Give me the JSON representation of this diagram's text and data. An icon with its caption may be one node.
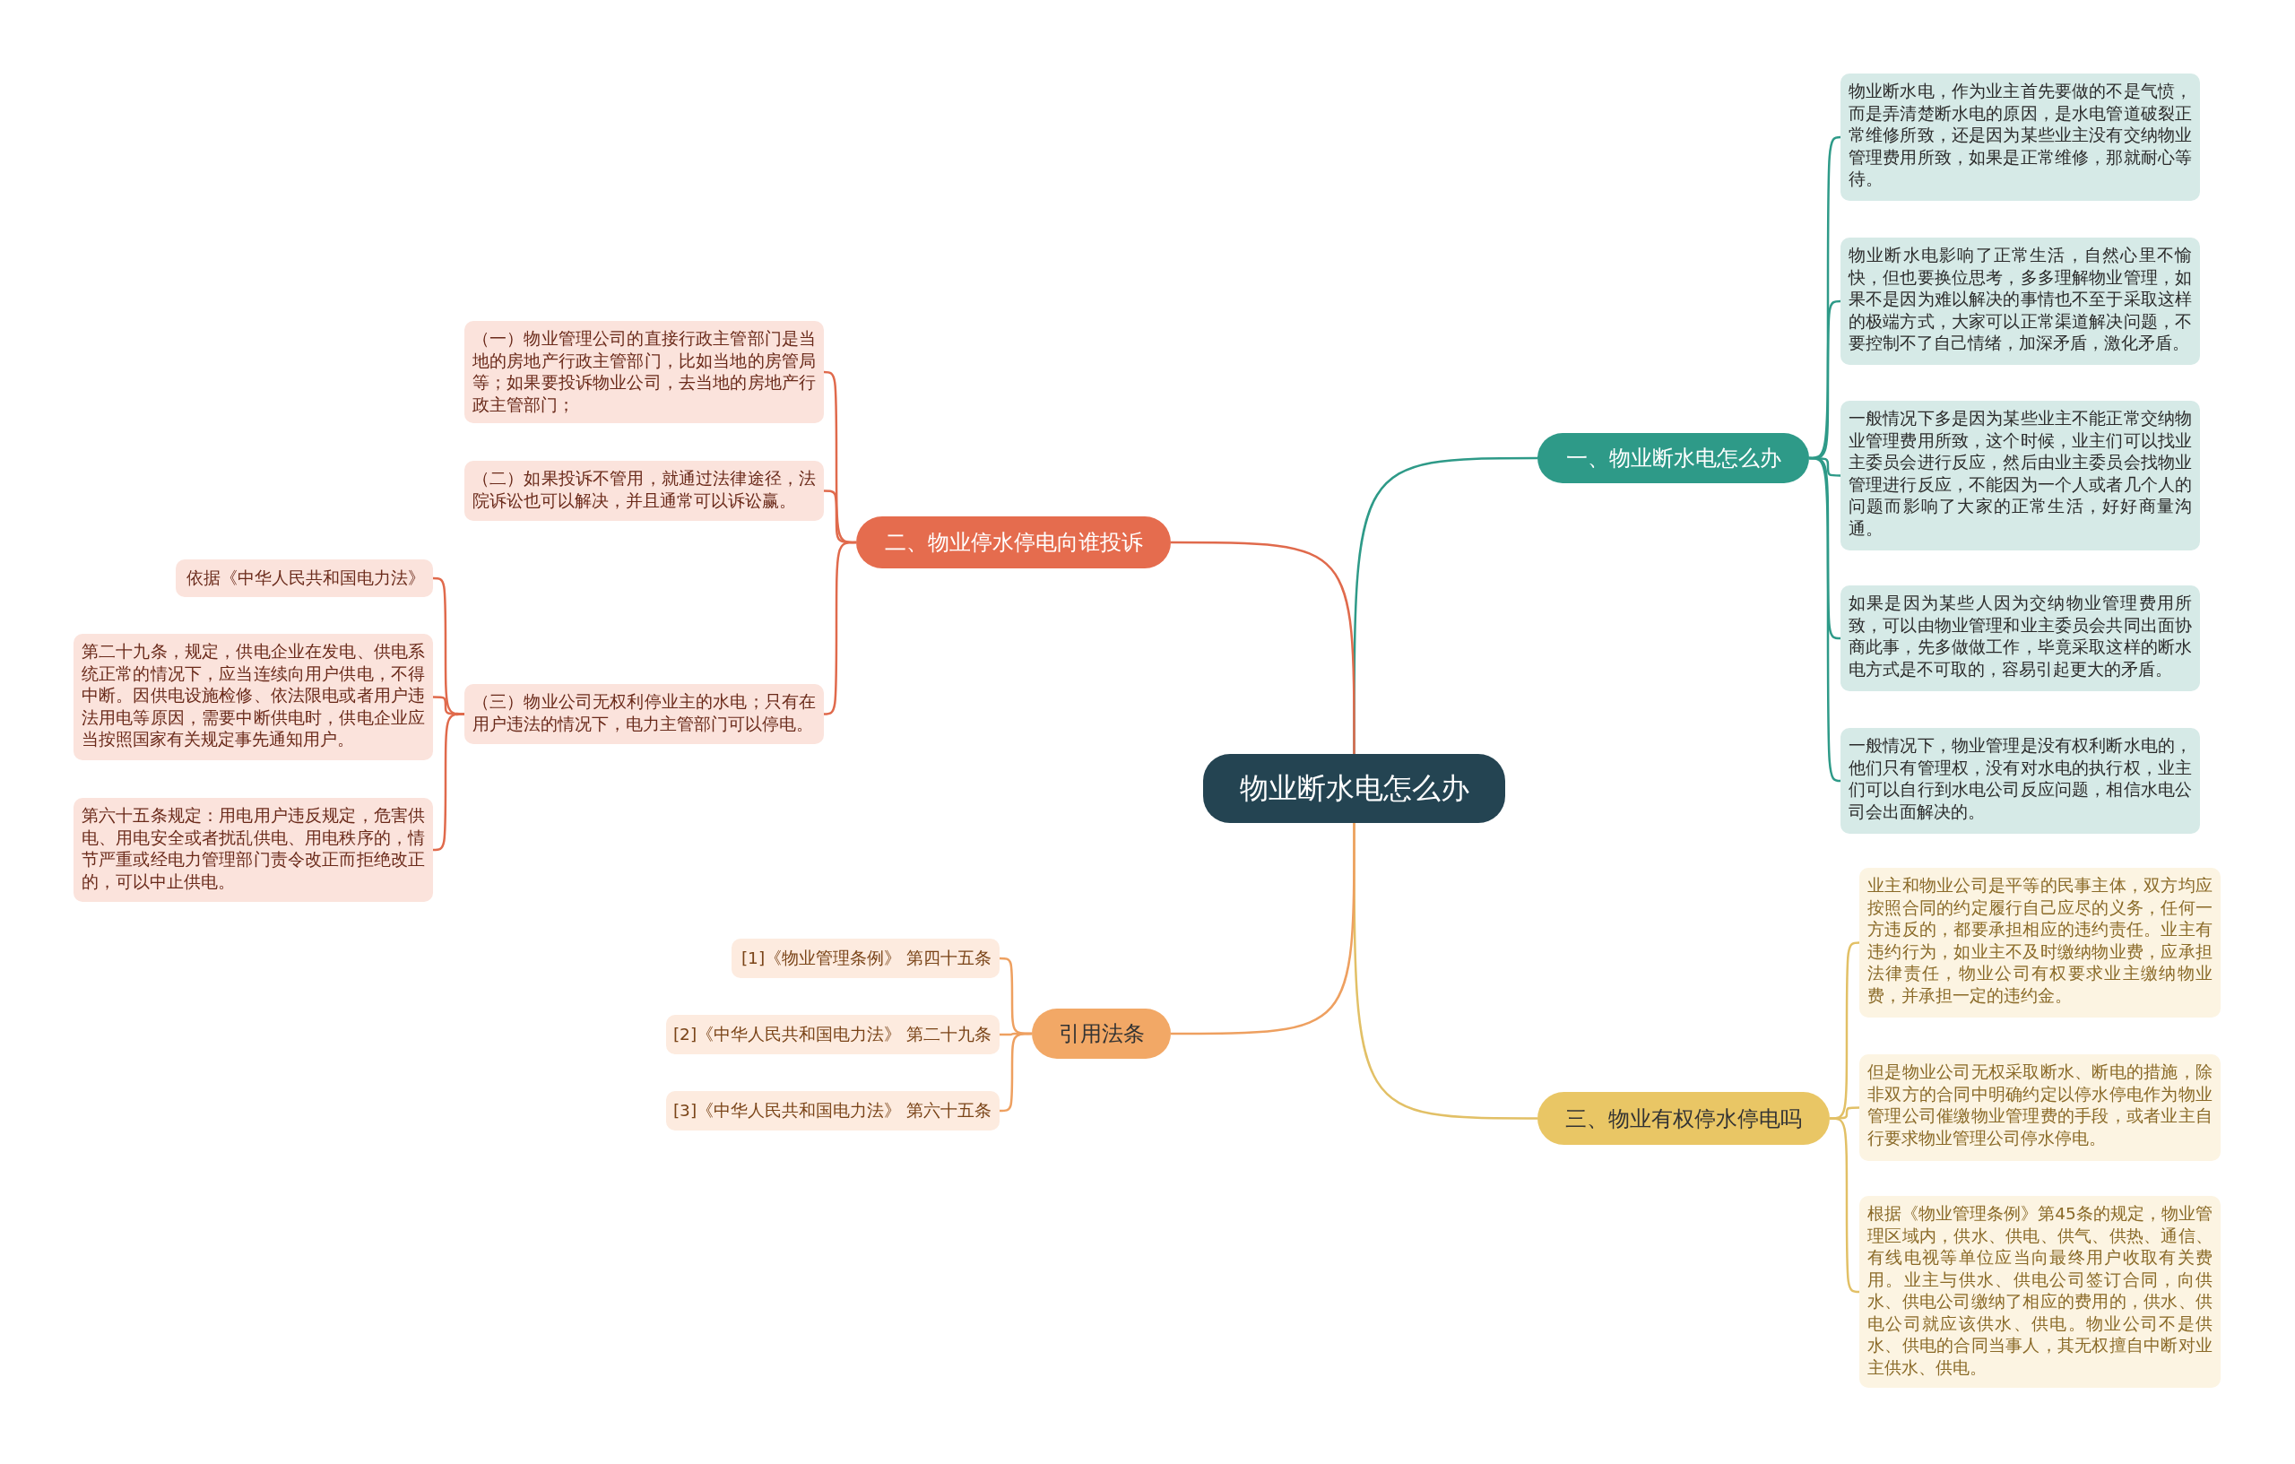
{
  "diagram": {
    "nodes": [
      {
        "text": [
          "物业断水电怎么办"
        ]
      },
      {
        "text": [
          "一、物业断水电怎么办"
        ]
      },
      {
        "text": [
          "物业断水电，作为业主首先要做的不是气愤，而是弄清楚断水电的原因，是水电管道破裂正常维修所致，还是因为某些业主没有交纳物业管理费用所致，如果是正常维修，那就耐心等待。"
        ]
      },
      {
        "text": [
          "物业断水电影响了正常生活，自然心里不愉快，但也要换位思考，多多理解物业管理，如果不是因为难以解决的事情也不至于采取这样的极端方式，大家可以正常渠道解决问题，不要控制不了自己情绪，加深矛盾，激化矛盾。"
        ]
      },
      {
        "text": [
          "一般情况下多是因为某些业主不能正常交纳物业管理费用所致，这个时候，业主们可以找业主委员会进行反应，然后由业主委员会找物业管理进行反应，不能因为一个人或者几个人的问题而影响了大家的正常生活，好好商量沟通。"
        ]
      },
      {
        "text": [
          "如果是因为某些人因为交纳物业管理费用所致，可以由物业管理和业主委员会共同出面协商此事，先多做做工作，毕竟采取这样的断水电方式是不可取的，容易引起更大的矛盾。"
        ]
      },
      {
        "text": [
          "一般情况下，物业管理是没有权利断水电的，他们只有管理权，没有对水电的执行权，业主们可以自行到水电公司反应问题，相信水电公司会出面解决的。"
        ]
      },
      {
        "text": [
          "二、物业停水停电向谁投诉"
        ]
      },
      {
        "text": [
          "（一）物业管理公司的直接行政主管部门是当地的房地产行政主管部门，比如当地的房管局等；如果要投诉物业公司，去当地的房地产行政主管部门；"
        ]
      },
      {
        "text": [
          "（二）如果投诉不管用，就通过法律途径，法院诉讼也可以解决，并且通常可以诉讼赢。"
        ]
      },
      {
        "text": [
          "（三）物业公司无权利停业主的水电；只有在用户违法的情况下，电力主管部门可以停电。"
        ]
      },
      {
        "text": [
          "依据《中华人民共和国电力法》"
        ]
      },
      {
        "text": [
          "第二十九条，规定，供电企业在发电、供电系统正常的情况下，应当连续向用户供电，不得中断。因供电设施检修、依法限电或者用户违法用电等原因，需要中断供电时，供电企业应当按照国家有关规定事先通知用户。"
        ]
      },
      {
        "text": [
          "第六十五条规定：用电用户违反规定，危害供电、用电安全或者扰乱供电、用电秩序的，情节严重或经电力管理部门责令改正而拒绝改正的，可以中止供电。"
        ]
      },
      {
        "text": [
          "三、物业有权停水停电吗"
        ]
      },
      {
        "text": [
          "业主和物业公司是平等的民事主体，双方均应按照合同的约定履行自己应尽的义务，任何一方违反的，都要承担相应的违约责任。业主有违约行为，如业主不及时缴纳物业费，应承担法律责任，物业公司有权要求业主缴纳物业费，并承担一定的违约金。"
        ]
      },
      {
        "text": [
          "但是物业公司无权采取断水、断电的措施，除非双方的合同中明确约定以停水停电作为物业管理公司催缴物业管理费的手段，或者业主自行要求物业管理公司停水停电。"
        ]
      },
      {
        "text": [
          "根据《物业管理条例》第45条的规定，物业管理区域内，供水、供电、供气、供热、通信、有线电视等单位应当向最终用户收取有关费用。业主与供水、供电公司签订合同，向供水、供电公司缴纳了相应的费用的，供水、供电公司就应该供水、供电。物业公司不是供水、供电的合同当事人，其无权擅自中断对业主供水、供电。"
        ]
      },
      {
        "text": [
          "引用法条"
        ]
      },
      {
        "text": [
          "[1]《物业管理条例》 第四十五条"
        ]
      },
      {
        "text": [
          "[2]《中华人民共和国电力法》 第二十九条"
        ]
      },
      {
        "text": [
          "[3]《中华人民共和国电力法》 第六十五条"
        ]
      }
    ],
    "edges": [
      {
        "from": 0,
        "to": 1,
        "arrow": "none",
        "color": "#2e9a88"
      },
      {
        "from": 1,
        "to": 2,
        "arrow": "none",
        "color": "#2e9a88"
      },
      {
        "from": 1,
        "to": 3,
        "arrow": "none",
        "color": "#2e9a88"
      },
      {
        "from": 1,
        "to": 4,
        "arrow": "none",
        "color": "#2e9a88"
      },
      {
        "from": 1,
        "to": 5,
        "arrow": "none",
        "color": "#2e9a88"
      },
      {
        "from": 1,
        "to": 6,
        "arrow": "none",
        "color": "#2e9a88"
      },
      {
        "from": 0,
        "to": 7,
        "arrow": "none",
        "color": "#e06a4c"
      },
      {
        "from": 7,
        "to": 8,
        "arrow": "none",
        "color": "#e06a4c"
      },
      {
        "from": 7,
        "to": 9,
        "arrow": "none",
        "color": "#e06a4c"
      },
      {
        "from": 7,
        "to": 10,
        "arrow": "none",
        "color": "#e06a4c"
      },
      {
        "from": 10,
        "to": 11,
        "arrow": "none",
        "color": "#e06a4c"
      },
      {
        "from": 10,
        "to": 12,
        "arrow": "none",
        "color": "#e06a4c"
      },
      {
        "from": 10,
        "to": 13,
        "arrow": "none",
        "color": "#e06a4c"
      },
      {
        "from": 0,
        "to": 14,
        "arrow": "none",
        "color": "#e2c066"
      },
      {
        "from": 14,
        "to": 15,
        "arrow": "none",
        "color": "#e2c066"
      },
      {
        "from": 14,
        "to": 16,
        "arrow": "none",
        "color": "#e2c066"
      },
      {
        "from": 14,
        "to": 17,
        "arrow": "none",
        "color": "#e2c066"
      },
      {
        "from": 0,
        "to": 18,
        "arrow": "none",
        "color": "#eea060"
      },
      {
        "from": 18,
        "to": 19,
        "arrow": "none",
        "color": "#eea060"
      },
      {
        "from": 18,
        "to": 20,
        "arrow": "none",
        "color": "#eea060"
      },
      {
        "from": 18,
        "to": 21,
        "arrow": "none",
        "color": "#eea060"
      }
    ]
  }
}
